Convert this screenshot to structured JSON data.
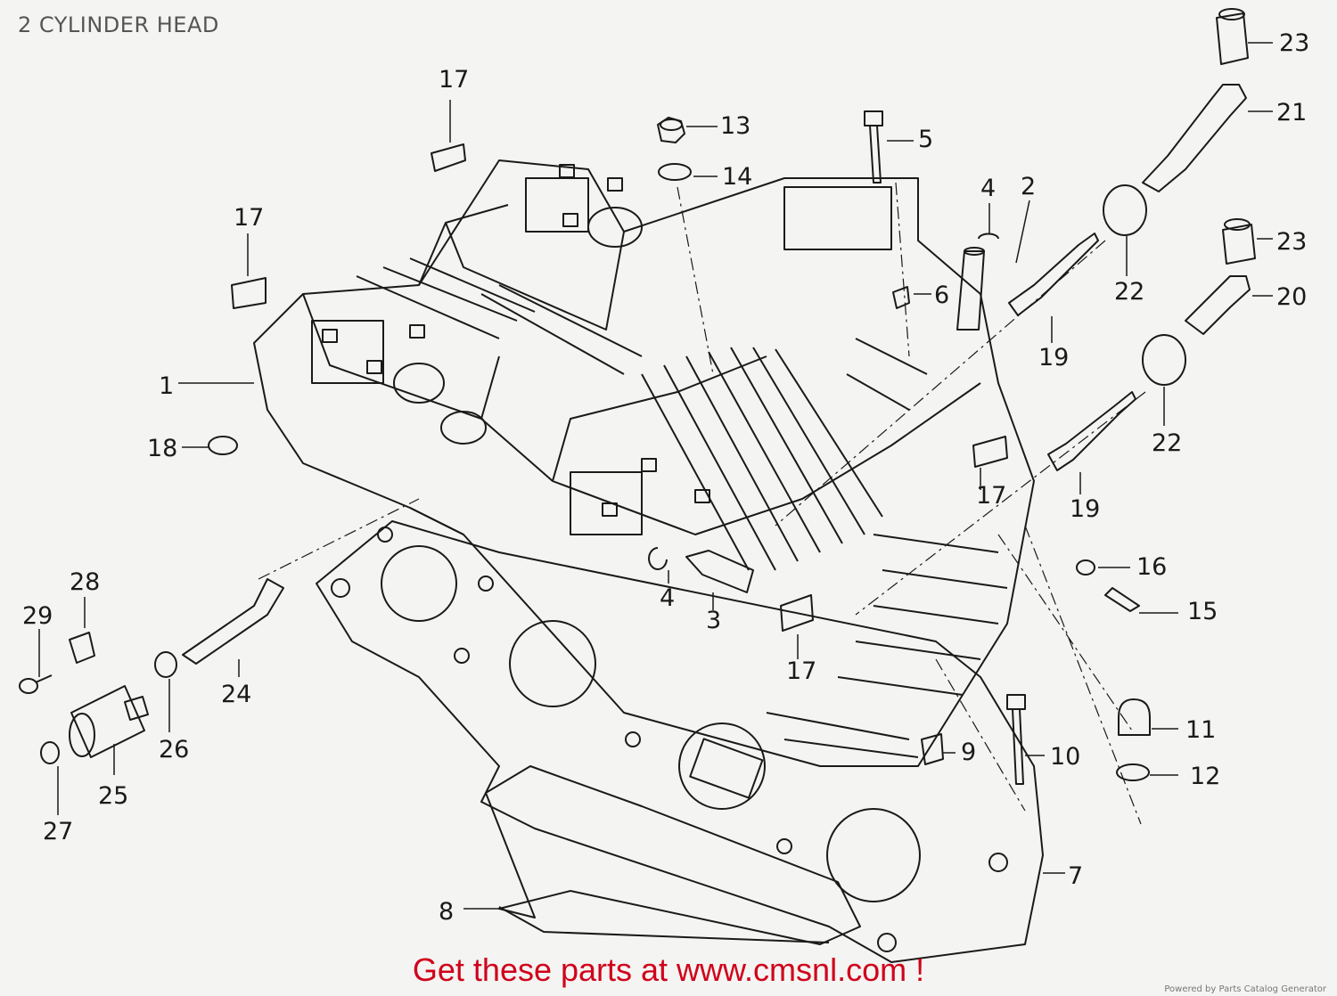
{
  "header": {
    "title": "2 CYLINDER HEAD"
  },
  "callouts": [
    "1",
    "2",
    "3",
    "4",
    "4",
    "5",
    "6",
    "7",
    "8",
    "9",
    "10",
    "11",
    "12",
    "13",
    "14",
    "15",
    "16",
    "17",
    "17",
    "17",
    "17",
    "18",
    "19",
    "19",
    "20",
    "21",
    "22",
    "22",
    "23",
    "23",
    "24",
    "25",
    "26",
    "27",
    "28",
    "29"
  ],
  "footer": {
    "banner": "Get these parts at www.cmsnl.com !",
    "credit": "Powered by Parts Catalog Generator"
  },
  "colors": {
    "banner": "#d0021b",
    "ink": "#1a1a1a",
    "paper": "#f4f4f2"
  }
}
